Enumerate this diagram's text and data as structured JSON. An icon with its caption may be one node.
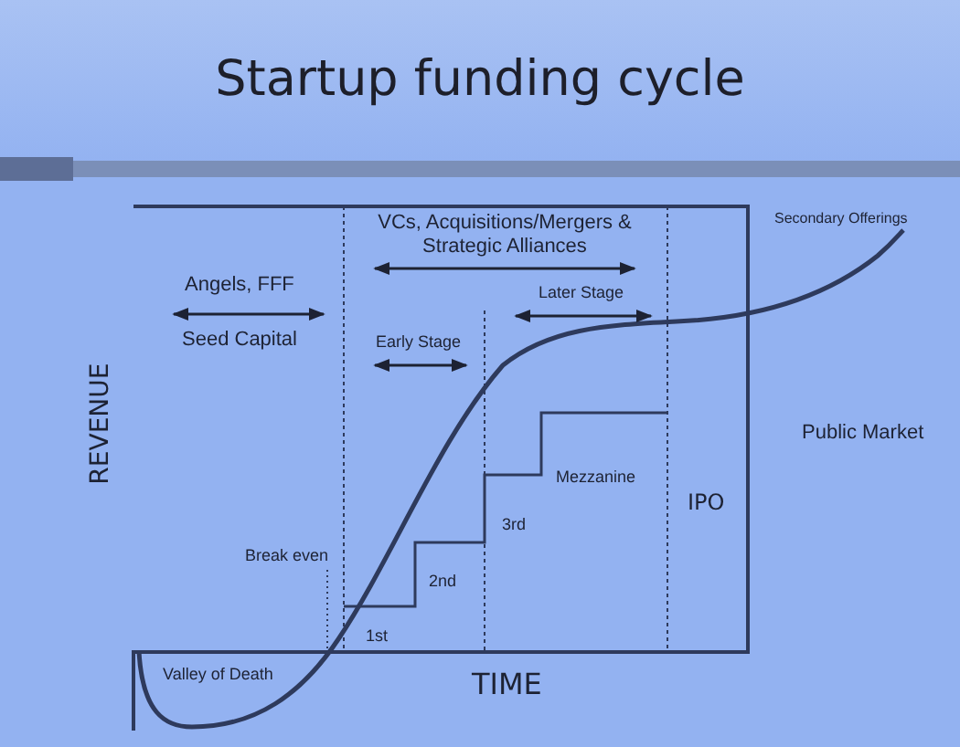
{
  "diagram": {
    "title": "Startup funding cycle",
    "labels": [
      "Secondary Offerings",
      "VCs, Acquisitions/Mergers & Strategic Alliances",
      "Angels, FFF",
      "Later Stage",
      "Seed Capital",
      "Early Stage",
      "REVENUE",
      "Public Market",
      "Mezzanine",
      "IPO",
      "3rd",
      "Break even",
      "2nd",
      "1st",
      "Valley of Death",
      "TIME"
    ]
  }
}
